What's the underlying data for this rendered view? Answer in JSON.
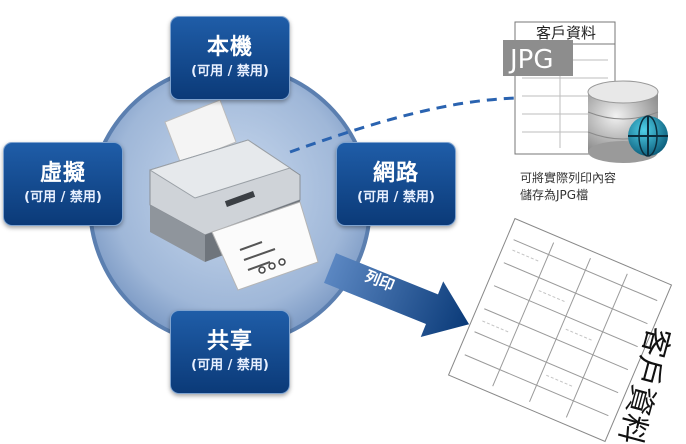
{
  "diagram": {
    "modes": [
      {
        "id": "local",
        "title": "本機",
        "status": "(可用 / 禁用)"
      },
      {
        "id": "virtual",
        "title": "虛擬",
        "status": "(可用 / 禁用)"
      },
      {
        "id": "network",
        "title": "網路",
        "status": "(可用 / 禁用)"
      },
      {
        "id": "shared",
        "title": "共享",
        "status": "(可用 / 禁用)"
      }
    ],
    "saved_document": {
      "title": "客戶資料",
      "format_badge": "JPG",
      "caption_line1": "可將實際列印內容",
      "caption_line2": "儲存為JPG檔"
    },
    "print_arrow_label": "列印",
    "printed_document_text": "客戶資料",
    "colors": {
      "box_blue": "#0d3f80",
      "circle_blue": "#5b7fb0",
      "dashed_arrow": "#2a63b0",
      "print_arrow": "#0a3a78"
    }
  }
}
